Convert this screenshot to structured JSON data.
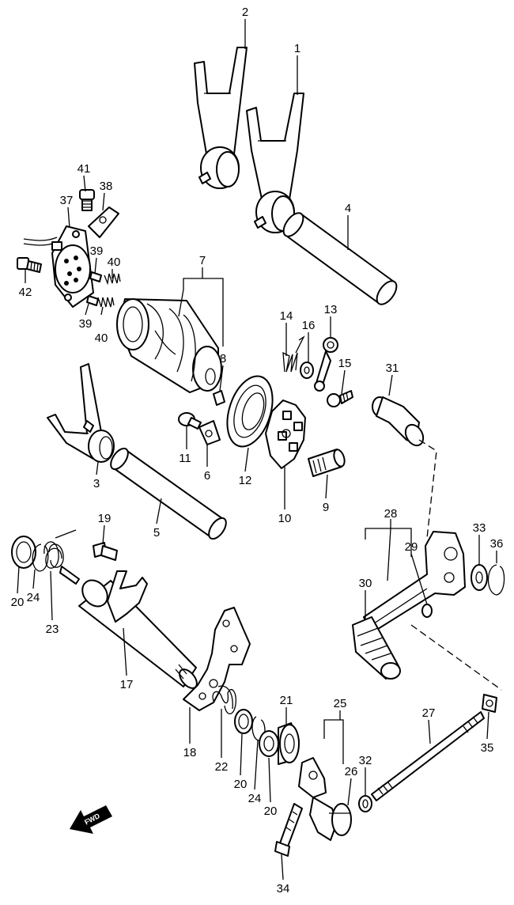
{
  "fwd_label": "FWD",
  "callouts": [
    {
      "id": "p2",
      "text": "2"
    },
    {
      "id": "p1",
      "text": "1"
    },
    {
      "id": "p41",
      "text": "41"
    },
    {
      "id": "p38",
      "text": "38"
    },
    {
      "id": "p37",
      "text": "37"
    },
    {
      "id": "p4",
      "text": "4"
    },
    {
      "id": "p39a",
      "text": "39"
    },
    {
      "id": "p40a",
      "text": "40"
    },
    {
      "id": "p7",
      "text": "7"
    },
    {
      "id": "p42",
      "text": "42"
    },
    {
      "id": "p39b",
      "text": "39"
    },
    {
      "id": "p40b",
      "text": "40"
    },
    {
      "id": "p14",
      "text": "14"
    },
    {
      "id": "p16",
      "text": "16"
    },
    {
      "id": "p13",
      "text": "13"
    },
    {
      "id": "p8",
      "text": "8"
    },
    {
      "id": "p15",
      "text": "15"
    },
    {
      "id": "p31",
      "text": "31"
    },
    {
      "id": "p11",
      "text": "11"
    },
    {
      "id": "p6",
      "text": "6"
    },
    {
      "id": "p12",
      "text": "12"
    },
    {
      "id": "p3",
      "text": "3"
    },
    {
      "id": "p9",
      "text": "9"
    },
    {
      "id": "p10",
      "text": "10"
    },
    {
      "id": "p5",
      "text": "5"
    },
    {
      "id": "p19",
      "text": "19"
    },
    {
      "id": "p28",
      "text": "28"
    },
    {
      "id": "p33",
      "text": "33"
    },
    {
      "id": "p36",
      "text": "36"
    },
    {
      "id": "p29",
      "text": "29"
    },
    {
      "id": "p30",
      "text": "30"
    },
    {
      "id": "p20a",
      "text": "20"
    },
    {
      "id": "p24a",
      "text": "24"
    },
    {
      "id": "p23",
      "text": "23"
    },
    {
      "id": "p17",
      "text": "17"
    },
    {
      "id": "p21",
      "text": "21"
    },
    {
      "id": "p25",
      "text": "25"
    },
    {
      "id": "p27",
      "text": "27"
    },
    {
      "id": "p18",
      "text": "18"
    },
    {
      "id": "p22",
      "text": "22"
    },
    {
      "id": "p20b",
      "text": "20"
    },
    {
      "id": "p24b",
      "text": "24"
    },
    {
      "id": "p20c",
      "text": "20"
    },
    {
      "id": "p32",
      "text": "32"
    },
    {
      "id": "p26",
      "text": "26"
    },
    {
      "id": "p35",
      "text": "35"
    },
    {
      "id": "p34",
      "text": "34"
    }
  ]
}
